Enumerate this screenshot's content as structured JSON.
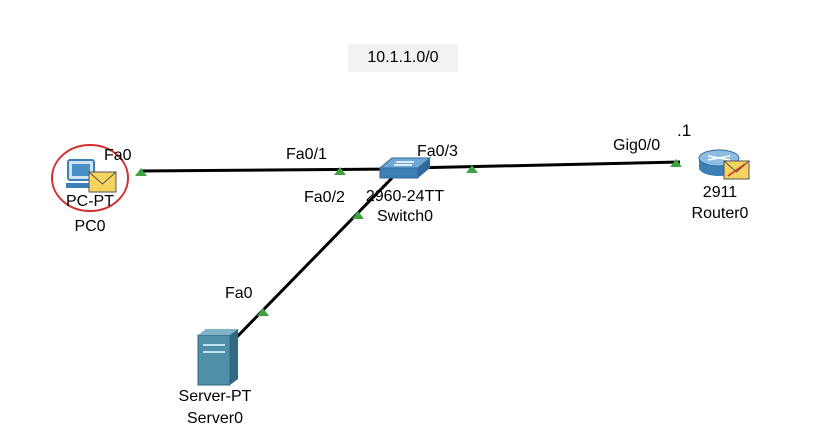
{
  "network_label": "10.1.1.0/0",
  "router_ip_suffix": ".1",
  "devices": {
    "pc": {
      "model": "PC-PT",
      "name": "PC0"
    },
    "switch": {
      "model": "2960-24TT",
      "name": "Switch0"
    },
    "router": {
      "model": "2911",
      "name": "Router0"
    },
    "server": {
      "model": "Server-PT",
      "name": "Server0"
    }
  },
  "ports": {
    "pc_fa0": "Fa0",
    "switch_fa0_1": "Fa0/1",
    "switch_fa0_2": "Fa0/2",
    "switch_fa0_3": "Fa0/3",
    "router_gig0_0": "Gig0/0",
    "server_fa0": "Fa0"
  },
  "colors": {
    "link": "#000000",
    "link_status_up": "#3ea33e",
    "highlight_circle": "#d32f2f",
    "pdu_envelope": "#f4d35e",
    "device_blue": "#3a7fb5",
    "network_label_bg": "#f2f2f2"
  }
}
